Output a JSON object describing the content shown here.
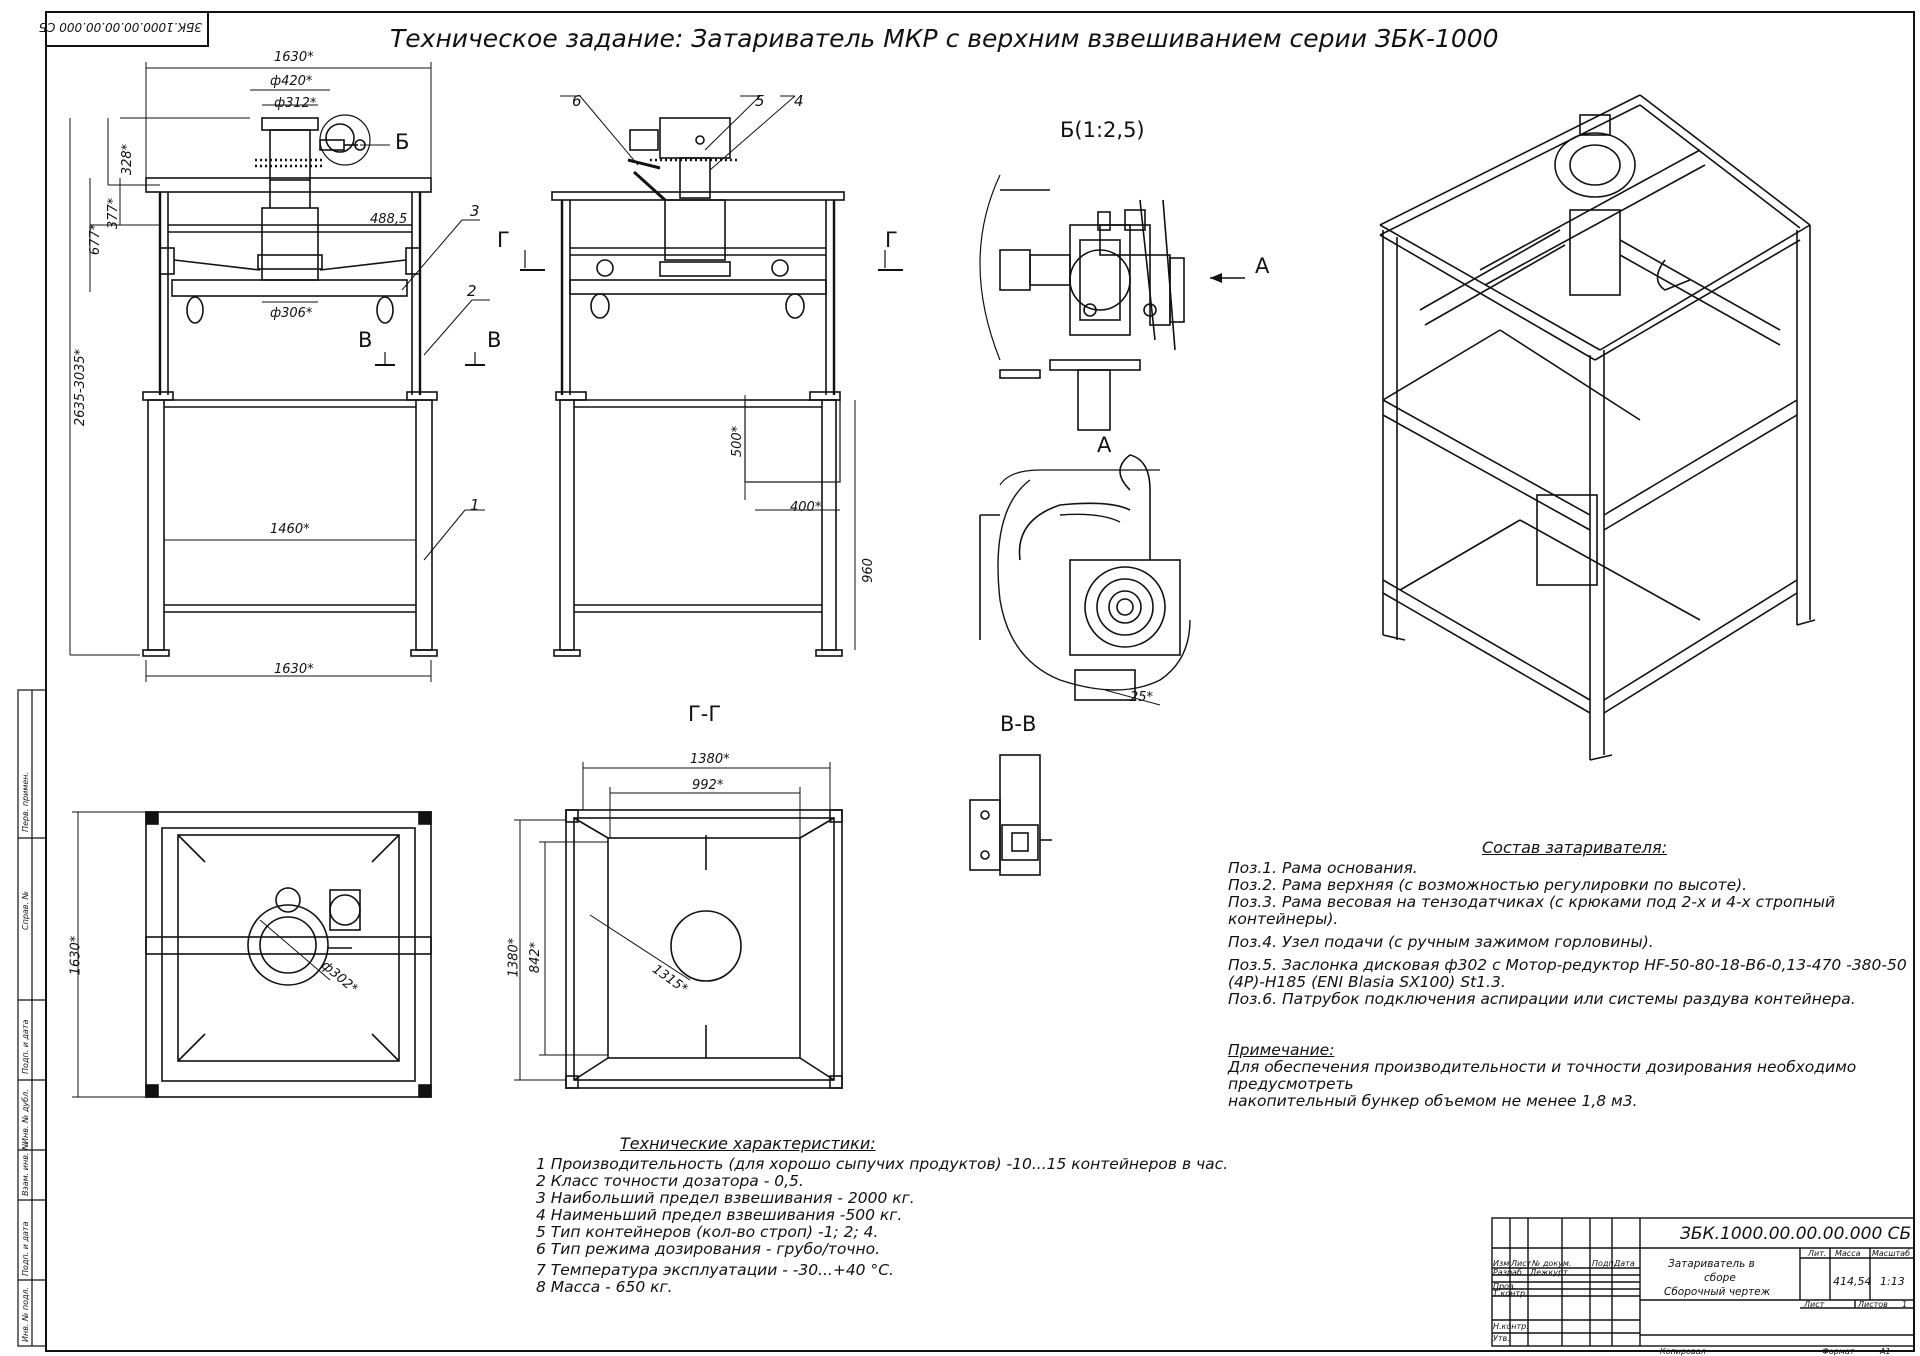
{
  "drawing": {
    "title": "Техническое задание: Затариватель МКР с верхним взвешиванием серии ЗБК-1000",
    "doc_number_corner": "ЗБК.1000.00.00.00.000 СБ"
  },
  "views": {
    "section_b_label": "Б",
    "detail_b_label": "Б(1:2,5)",
    "view_a_label": "А",
    "section_g_label": "Г",
    "section_g_title": "Г-Г",
    "section_v_label": "В",
    "section_v_title": "В-В"
  },
  "dimensions": {
    "d1630_top": "1630*",
    "d420": "ф420*",
    "d312": "ф312*",
    "d328": "328*",
    "d377": "377*",
    "d677": "677*",
    "d488": "488,5",
    "d306": "ф306*",
    "d2635": "2635-3035*",
    "d1460": "1460*",
    "d1630_bottom": "1630*",
    "d500": "500*",
    "d400": "400*",
    "d960": "960",
    "d1630_side": "1630*",
    "d302": "ф302*",
    "d1380_top": "1380*",
    "d992": "992*",
    "d1380_side": "1380*",
    "d842": "842*",
    "d1315": "1315*",
    "d25": "25*"
  },
  "callouts": [
    "1",
    "2",
    "3",
    "4",
    "5",
    "6"
  ],
  "composition": {
    "heading": "Состав затаривателя:",
    "items": [
      "Поз.1. Рама основания.",
      "Поз.2. Рама верхняя (с возможностью регулировки по высоте).",
      "Поз.3. Рама весовая на тензодатчиках (с крюками под 2-х и 4-х стропный",
      "контейнеры).",
      "Поз.4. Узел подачи (с ручным зажимом горловины).",
      "Поз.5. Заслонка дисковая ф302 с Мотор-редуктор HF-50-80-18-B6-0,13-470 -380-50",
      "(4P)-H185 (ENI Blasia SX100) St1.3.",
      "Поз.6. Патрубок подключения аспирации или системы раздува контейнера."
    ]
  },
  "note": {
    "heading": "Примечание:",
    "lines": [
      "Для обеспечения производительности и точности дозирования необходимо",
      "предусмотреть",
      "накопительный бункер объемом не менее 1,8 м3."
    ]
  },
  "characteristics": {
    "heading": "Технические характеристики:",
    "items": [
      "1 Производительность (для хорошо сыпучих продуктов) -10...15 контейнеров в час.",
      "2 Класс точности дозатора - 0,5.",
      "3 Наибольший предел взвешивания - 2000 кг.",
      "4 Наименьший предел взвешивания -500 кг.",
      "5 Тип контейнеров (кол-во строп) -1; 2; 4.",
      "6 Тип режима дозирования - грубо/точно.",
      "7 Температура эксплуатации - -30...+40 °С.",
      "8 Масса - 650 кг."
    ]
  },
  "title_block": {
    "designation": "ЗБК.1000.00.00.00.000 СБ",
    "name_line1": "Затариватель в",
    "name_line2": "сборе",
    "name_line3": "Сборочный чертеж",
    "col_izm": "Изм",
    "col_list": "Лист",
    "col_ndokum": "№ докум.",
    "col_podp": "Подп.",
    "col_data": "Дата",
    "row_razrab": "Разраб.",
    "razrab_name": "Дежкурт",
    "row_prov": "Пров.",
    "row_tkontr": "Т.контр.",
    "row_nkontr": "Н.контр.",
    "row_utv": "Утв.",
    "lit": "Лит.",
    "massa": "Масса",
    "masshtab": "Масштаб",
    "mass_value": "414,54",
    "scale_value": "1:13",
    "sheet": "Лист",
    "sheets": "Листов",
    "sheets_value": "1",
    "copied": "Копировал",
    "format": "Формат",
    "format_value": "A1"
  },
  "side_stamp": {
    "perv_primen": "Перв. примен.",
    "sprav": "Справ. №",
    "podp_data1": "Подп. и дата",
    "inv_dubl": "Инв. № дубл.",
    "vzam_inv": "Взам. инв. №",
    "podp_data2": "Подп. и дата",
    "inv_podl": "Инв. № подл."
  }
}
